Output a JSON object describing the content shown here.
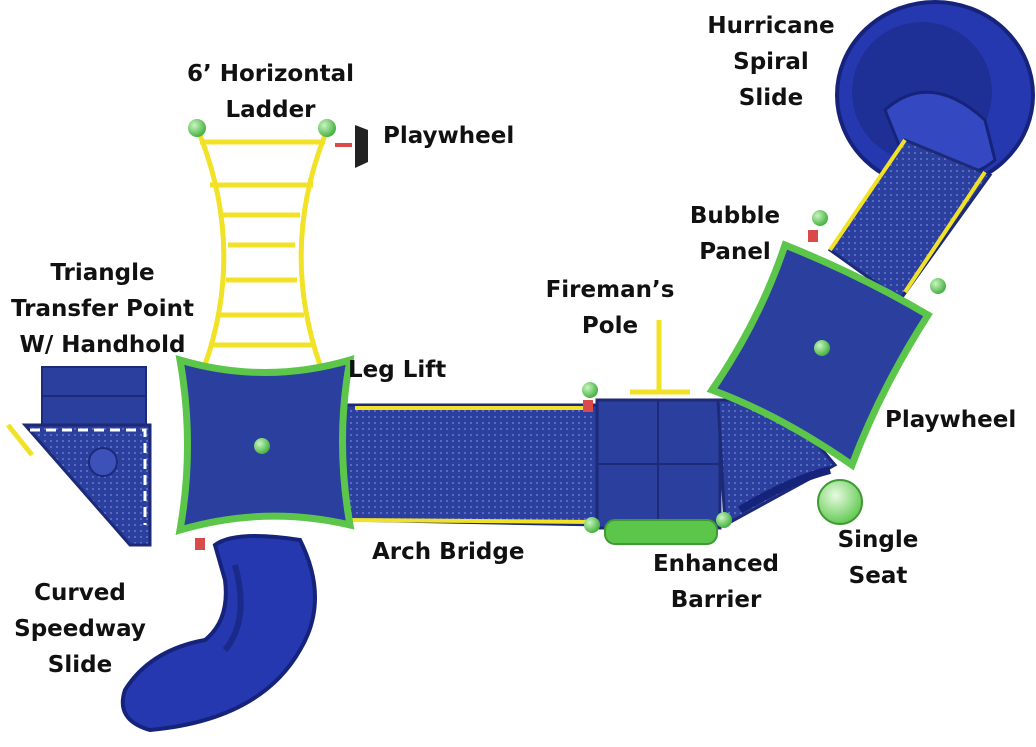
{
  "colors": {
    "deck_blue": "#2b3f9e",
    "deck_dark": "#1c2a78",
    "trim_green": "#5cc64a",
    "rail_yellow": "#f2e227",
    "slide_blue": "#2538b0",
    "ball_green": "#4fcf4a",
    "leg_red": "#d94a4a",
    "label_text": "#111111"
  },
  "labels": {
    "hurricane": [
      "Hurricane",
      "Spiral",
      "Slide"
    ],
    "horizontal_ladder": [
      "6’ Horizontal",
      "Ladder"
    ],
    "playwheel_top": [
      "Playwheel"
    ],
    "bubble_panel": [
      "Bubble",
      "Panel"
    ],
    "triangle": [
      "Triangle",
      "Transfer Point",
      "W/ Handhold"
    ],
    "firemans_pole": [
      "Fireman’s",
      "Pole"
    ],
    "leg_lift": [
      "Leg Lift"
    ],
    "playwheel_right": [
      "Playwheel"
    ],
    "arch_bridge": [
      "Arch Bridge"
    ],
    "single_seat": [
      "Single",
      "Seat"
    ],
    "enhanced_barrier": [
      "Enhanced",
      "Barrier"
    ],
    "curved_slide": [
      "Curved",
      "Speedway",
      "Slide"
    ]
  }
}
